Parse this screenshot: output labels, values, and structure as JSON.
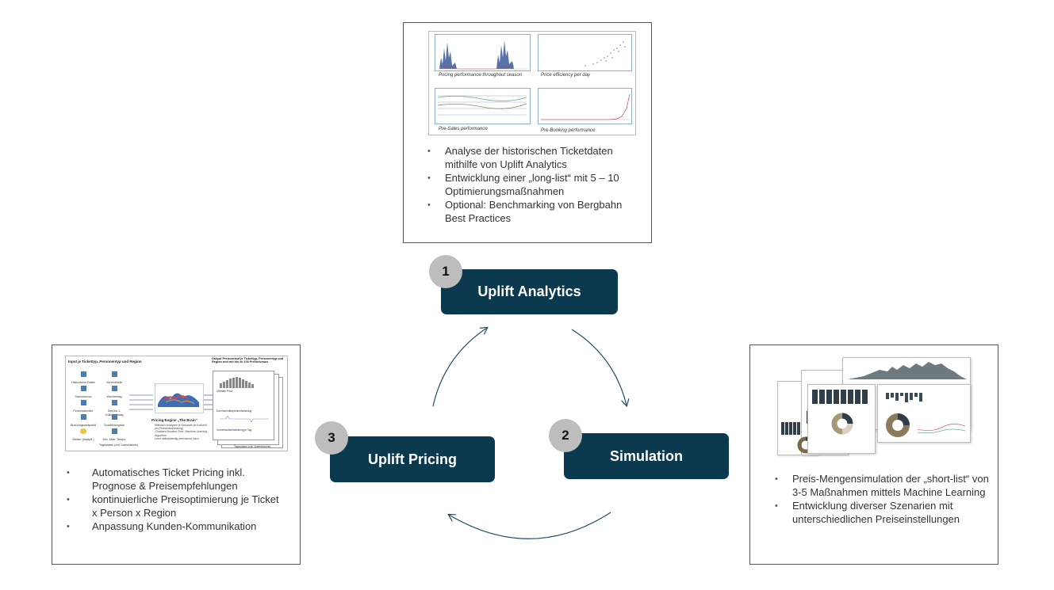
{
  "analytics_panel": {
    "thumb_captions": [
      "Pricing performance throughout season",
      "Price efficiency per day",
      "Pre-Sales performance",
      "Pre-Booking performance"
    ],
    "bullets": [
      "Analyse der historischen Ticketdaten mithilfe von Uplift Analytics",
      "Entwicklung einer „long-list“ mit 5 – 10 Optimierungsmaßnahmen",
      "Optional: Benchmarking von Bergbahn Best Practices"
    ]
  },
  "pricing_panel": {
    "diagram": {
      "input_title": "Input je Tickettyp, Personentyp und Region",
      "inputs_left": [
        "Historische Daten",
        "Saisonkurve",
        "Ferienkalender",
        "Buchungszeitpunkt",
        "Wetter (Impfpfl.)"
      ],
      "inputs_right": [
        "Vorverkäufe",
        "Wochentag",
        "Zeit bis 1. Gültigkeitstag",
        "Sondereingabe",
        "Min. Max. Tempo"
      ],
      "input_footer": "Tagesdaten (voll. Datenhistorie)",
      "engine_title": "Pricing Engine „The Brain“",
      "engine_notes": [
        "Millionen Analysen je Sekunde (in Echtzeit pro Preisentscheidung)",
        "„Gradient Boosted Tree“ Machine Learning Algorithm",
        "Lernt selbstständig permanent dazu"
      ],
      "output_title": "Output Preisverlauf je Tickettyp, Personentyp und Region und mit bis zu 100 Preisniveaus",
      "output_labels": [
        "Ultimate Price",
        "Durchschnittspreisentwicklung",
        "Vorverkaufsentwicklung je Tag"
      ],
      "output_footer": "Tagesdaten (voll. Datenhistorie)"
    },
    "bullets": [
      "Automatisches Ticket Pricing inkl. Prognose & Preisempfehlungen",
      "kontinuierliche Preisoptimierung je Ticket x Person x Region",
      "Anpassung Kunden-Kommunikation"
    ]
  },
  "simulation_panel": {
    "bullets": [
      "Preis-Mengensimulation der „short-list“ von 3-5 Maßnahmen mittels Machine Learning",
      "Entwicklung diverser Szenarien mit unterschiedlichen Preiseinstellungen"
    ]
  },
  "steps": [
    {
      "number": "1",
      "label": "Uplift Analytics"
    },
    {
      "number": "2",
      "label": "Simulation"
    },
    {
      "number": "3",
      "label": "Uplift Pricing"
    }
  ],
  "colors": {
    "step_fill": "#0b3a4e",
    "badge_fill": "#bdbdbd",
    "arrow": "#1f4e63",
    "chart_blue": "#3a5a9a",
    "chart_grey": "#6e7a80"
  }
}
